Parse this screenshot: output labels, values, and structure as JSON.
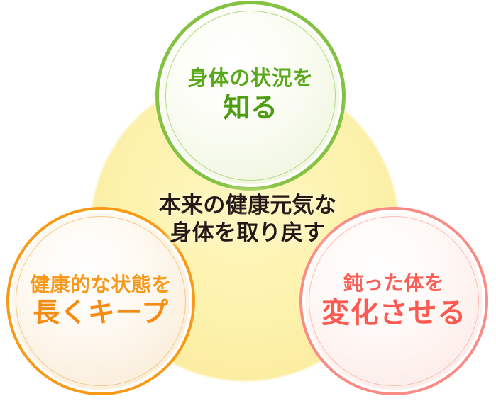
{
  "diagram": {
    "backdrop": {
      "name": "yellow-backdrop-circle",
      "color": "#fdf3af"
    },
    "center_caption": {
      "line1": "本来の健康元気な",
      "line2": "身体を取り戻す",
      "color": "#231815"
    },
    "bubbles": [
      {
        "id": "know",
        "label_top": "身体の状況を",
        "label_main": "知る",
        "accent": "#84c241",
        "text_color": "#4e9c12",
        "position": "top-center"
      },
      {
        "id": "keep",
        "label_top": "健康的な状態を",
        "label_main": "長くキープ",
        "accent": "#f99a16",
        "text_color": "#f68b12",
        "position": "bottom-left"
      },
      {
        "id": "change",
        "label_top": "鈍った体を",
        "label_main": "変化させる",
        "accent": "#fa8c86",
        "text_color": "#fb5a52",
        "position": "bottom-right"
      }
    ]
  }
}
